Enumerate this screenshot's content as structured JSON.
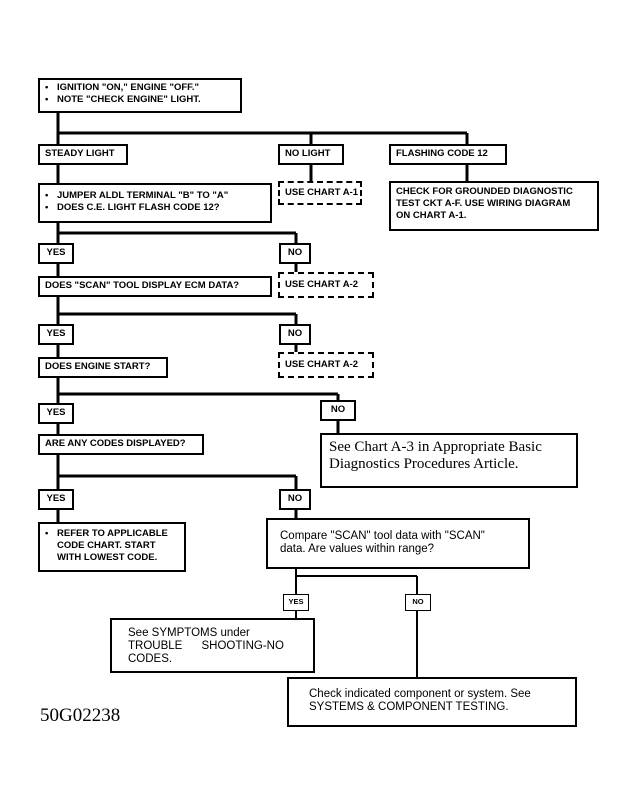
{
  "start": {
    "line1": "IGNITION \"ON,\" ENGINE \"OFF.\"",
    "line2": "NOTE \"CHECK ENGINE\" LIGHT."
  },
  "steady_light": "STEADY LIGHT",
  "no_light": "NO LIGHT",
  "flashing_code": "FLASHING CODE 12",
  "jumper": {
    "line1": "JUMPER ALDL TERMINAL \"B\" TO \"A\"",
    "line2": "DOES C.E. LIGHT FLASH CODE 12?"
  },
  "use_chart_a1": "USE CHART A-1",
  "check_grounded": {
    "line1": "CHECK FOR GROUNDED DIAGNOSTIC",
    "line2": "TEST CKT A-F. USE WIRING DIAGRAM",
    "line3": "ON CHART A-1."
  },
  "yes_1": "YES",
  "no_1": "NO",
  "scan_display": "DOES \"SCAN\" TOOL DISPLAY ECM DATA?",
  "use_chart_a2_1": "USE CHART A-2",
  "yes_2": "YES",
  "no_2": "NO",
  "engine_start": "DOES ENGINE START?",
  "use_chart_a2_2": "USE CHART A-2",
  "yes_3": "YES",
  "no_3": "NO",
  "codes_displayed": "ARE ANY CODES DISPLAYED?",
  "see_chart_a3": {
    "line1": "See Chart A-3 in Appropriate Basic",
    "line2": "Diagnostics Procedures Article."
  },
  "yes_4": "YES",
  "no_4": "NO",
  "refer_chart": {
    "line1": "REFER TO APPLICABLE",
    "line2": "CODE CHART. START",
    "line3": "WITH LOWEST CODE."
  },
  "compare_scan": {
    "line1": "Compare \"SCAN\" tool data with \"SCAN\"",
    "line2": "data. Are values within range?"
  },
  "yes_5": "YES",
  "no_5": "NO",
  "see_symptoms": {
    "line1": "See SYMPTOMS under",
    "line2": "TROUBLE      SHOOTING-NO",
    "line3": "CODES."
  },
  "check_component": {
    "line1": "Check indicated component or system. See",
    "line2": "SYSTEMS & COMPONENT TESTING."
  },
  "figure_id": "50G02238"
}
